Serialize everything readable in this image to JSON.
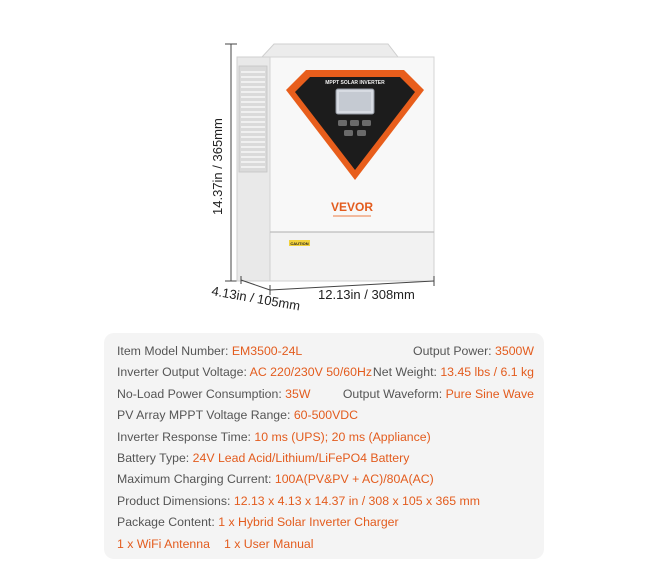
{
  "dimensions": {
    "height": "14.37in / 365mm",
    "depth": "4.13in / 105mm",
    "width": "12.13in / 308mm"
  },
  "product": {
    "brand": "VEVOR",
    "display_title": "MPPT SOLAR INVERTER",
    "caution_label": "CAUTION"
  },
  "colors": {
    "accent": "#e35c1e",
    "label": "#555555",
    "panel_background": "#f4f4f4"
  },
  "specs": {
    "model": {
      "label": "Item Model Number:",
      "value": "EM3500-24L"
    },
    "output_power": {
      "label": "Output Power:",
      "value": "3500W"
    },
    "output_voltage": {
      "label": "Inverter Output Voltage:",
      "value": "AC 220/230V 50/60Hz"
    },
    "net_weight": {
      "label": "Net Weight:",
      "value": "13.45 lbs / 6.1 kg"
    },
    "no_load": {
      "label": "No-Load Power Consumption:",
      "value": "35W"
    },
    "waveform": {
      "label": "Output Waveform:",
      "value": "Pure Sine Wave"
    },
    "pv_range": {
      "label": "PV Array MPPT Voltage Range:",
      "value": "60-500VDC"
    },
    "response_time": {
      "label": "Inverter Response Time:",
      "value": "10 ms (UPS); 20 ms (Appliance)"
    },
    "battery_type": {
      "label": "Battery Type:",
      "value": "24V Lead Acid/Lithium/LiFePO4 Battery"
    },
    "charging_current": {
      "label": "Maximum Charging Current:",
      "value": "100A(PV&PV + AC)/80A(AC)"
    },
    "dimensions": {
      "label": "Product Dimensions:",
      "value": "12.13 x 4.13 x 14.37 in / 308 x 105 x 365 mm"
    },
    "package": {
      "label": "Package Content:",
      "items": [
        "1 x Hybrid Solar Inverter Charger",
        "1 x WiFi Antenna",
        "1 x User Manual"
      ]
    }
  }
}
